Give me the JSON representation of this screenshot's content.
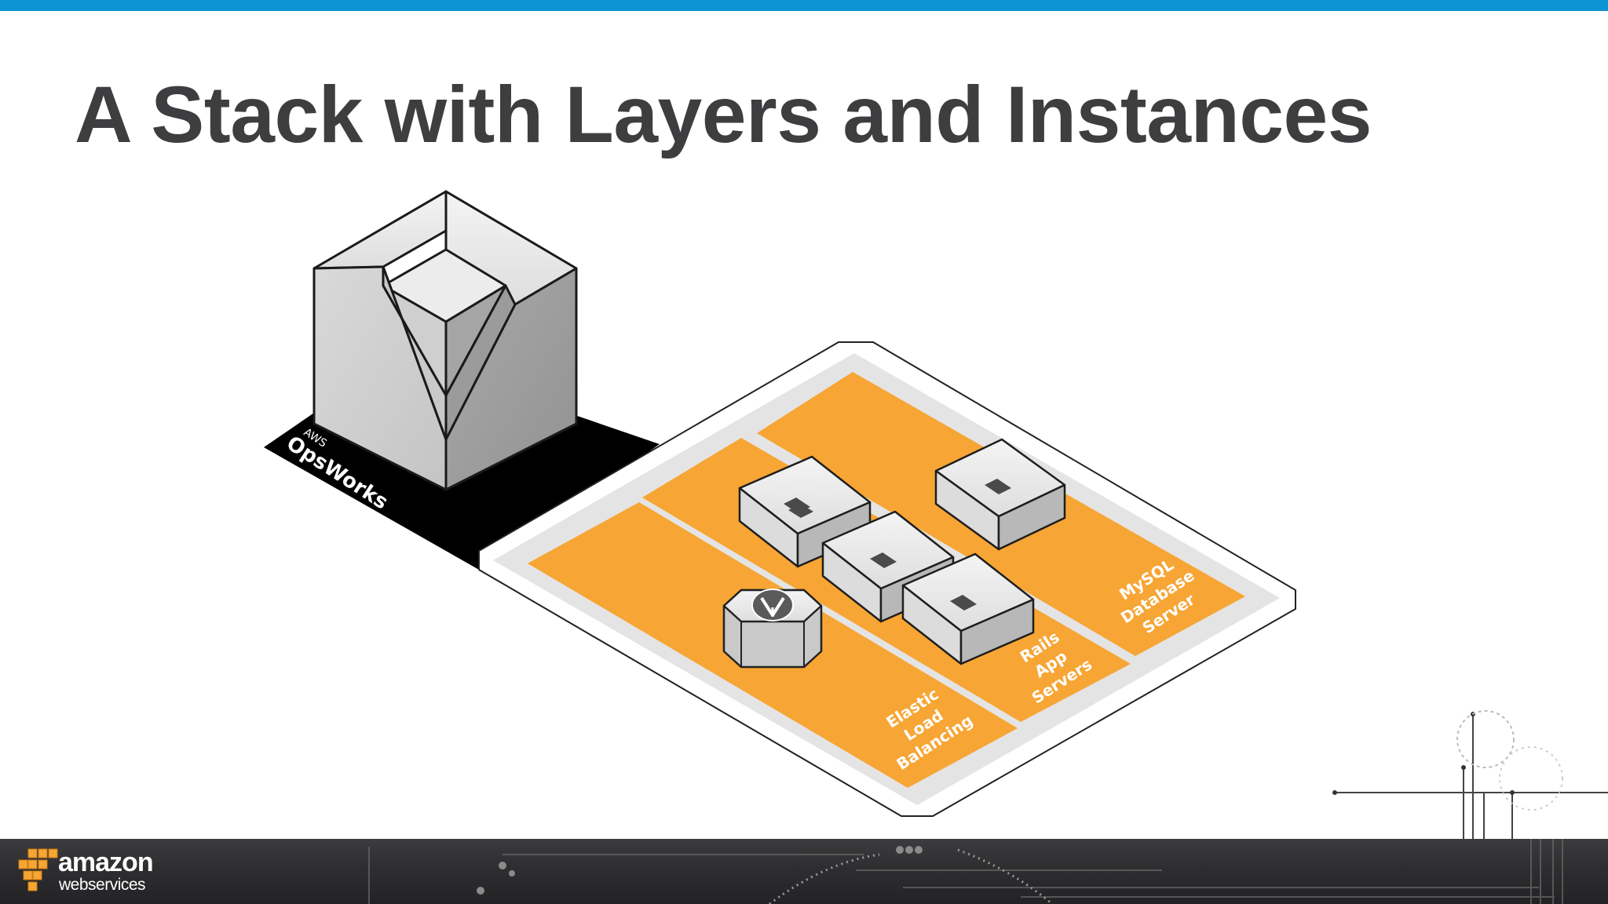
{
  "slide": {
    "title": "A Stack with Layers and Instances"
  },
  "opsworks": {
    "brand_small": "AWS",
    "brand_name": "OpsWorks"
  },
  "layers": [
    {
      "id": "elb",
      "lines": [
        "Elastic",
        "Load",
        "Balancing"
      ]
    },
    {
      "id": "rails",
      "lines": [
        "Rails",
        "App",
        "Servers"
      ]
    },
    {
      "id": "mysql",
      "lines": [
        "MySQL",
        "Database",
        "Server"
      ]
    }
  ],
  "footer": {
    "logo_word": "amazon",
    "logo_sub": "webservices"
  },
  "colors": {
    "accent_bar": "#0b93d3",
    "title_text": "#3e3e40",
    "layer_orange": "#f7a534",
    "platform_gray": "#e4e4e4",
    "instance_gray": "#d3d3d3",
    "opsworks_black": "#000000"
  }
}
